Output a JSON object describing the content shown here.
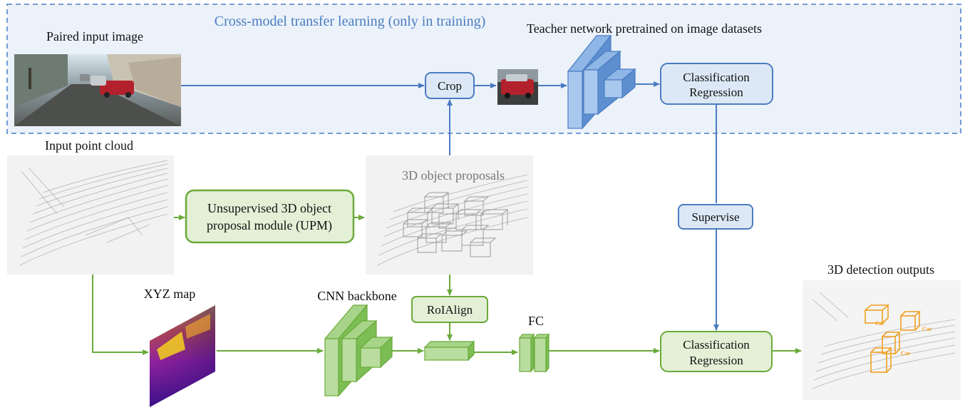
{
  "transfer_region": {
    "title": "Cross-model transfer learning (only in training)"
  },
  "labels": {
    "paired_image": "Paired input image",
    "teacher": "Teacher network pretrained on image datasets",
    "point_cloud": "Input point cloud",
    "proposals": "3D object proposals",
    "xyz_map": "XYZ map",
    "cnn_backbone": "CNN backbone",
    "fc": "FC",
    "outputs": "3D detection outputs"
  },
  "boxes": {
    "crop": "Crop",
    "teacher_head_line1": "Classification",
    "teacher_head_line2": "Regression",
    "upm_line1": "Unsupervised 3D object",
    "upm_line2": "proposal module (UPM)",
    "supervise": "Supervise",
    "roialign": "RoIAlign",
    "student_head_line1": "Classification",
    "student_head_line2": "Regression"
  },
  "detections": {
    "tags": [
      "Car",
      "Car",
      "Car"
    ]
  },
  "colors": {
    "blue_stroke": "#4a7cc2",
    "blue_fill": "#dce8f5",
    "green_stroke": "#6aaa3a",
    "green_fill": "#e3f0d6",
    "orange": "#f0a020"
  }
}
